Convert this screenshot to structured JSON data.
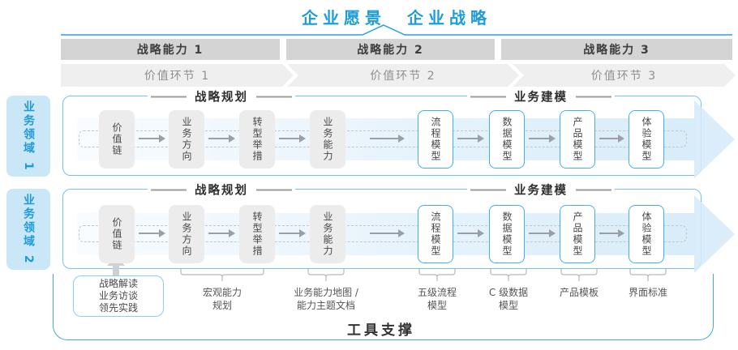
{
  "header": {
    "vision": "企业愿景",
    "strategy": "企业战略"
  },
  "strategic_capabilities": [
    "战略能力 1",
    "战略能力 2",
    "战略能力 3"
  ],
  "value_links": [
    "价值环节 1",
    "价值环节 2",
    "价值环节 3"
  ],
  "business_domains": [
    "业务领域 1",
    "业务领域 2"
  ],
  "rows": [
    {
      "planning_header": "战略规划",
      "modeling_header": "业务建模",
      "boxes": [
        "价值链",
        "业务方向",
        "转型举措",
        "业务能力",
        "流程模型",
        "数据模型",
        "产品模型",
        "体验模型"
      ]
    },
    {
      "planning_header": "战略规划",
      "modeling_header": "业务建模",
      "boxes": [
        "价值链",
        "业务方向",
        "转型举措",
        "业务能力",
        "流程模型",
        "数据模型",
        "产品模型",
        "体验模型"
      ]
    }
  ],
  "practice_box": "战略解读\n业务访谈\n领先实践",
  "deliverables": [
    "宏观能力\n规划",
    "业务能力地图 /\n能力主题文档",
    "五级流程\n模型",
    "C 级数据\n模型",
    "产品模板",
    "界面标准"
  ],
  "footer": {
    "tool_support": "工具支撑"
  },
  "colors": {
    "accent_blue": "#1e9cd8",
    "container_border": "#74c3ea",
    "domain_fill": "#cae7f7",
    "bar_gray": "#d4d4d4",
    "chevron_gray": "#efefef",
    "box_gray": "#ececec",
    "band_blue": "#d8ecf9",
    "text_dark": "#3d3d3d"
  }
}
